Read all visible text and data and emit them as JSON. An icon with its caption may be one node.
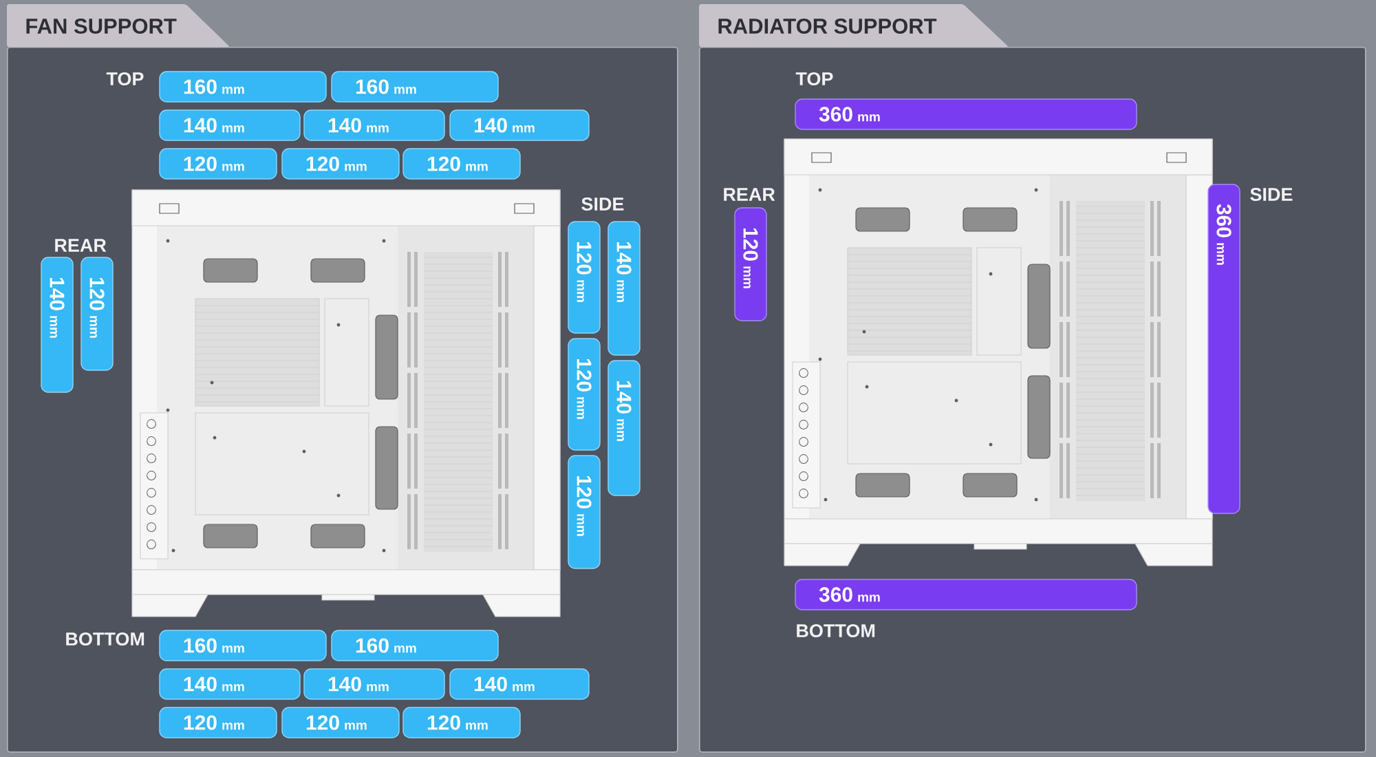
{
  "diagram": {
    "nodes": [
      {
        "text": [
          "FAN SUPPORT"
        ]
      },
      {
        "text": [
          "160",
          "mm"
        ],
        "in": 0
      },
      {
        "text": [
          "160",
          "mm"
        ],
        "in": 0
      },
      {
        "text": [
          "140",
          "mm"
        ],
        "in": 0
      },
      {
        "text": [
          "140",
          "mm"
        ],
        "in": 0
      },
      {
        "text": [
          "140",
          "mm"
        ],
        "in": 0
      },
      {
        "text": [
          "120",
          "mm"
        ],
        "in": 0
      },
      {
        "text": [
          "120",
          "mm"
        ],
        "in": 0
      },
      {
        "text": [
          "120",
          "mm"
        ],
        "in": 0
      },
      {
        "text": [
          "140",
          "mm"
        ],
        "in": 0
      },
      {
        "text": [
          "120",
          "mm"
        ],
        "in": 0
      },
      {
        "text": [
          "120",
          "mm"
        ],
        "in": 0
      },
      {
        "text": [
          "140",
          "mm"
        ],
        "in": 0
      },
      {
        "text": [
          "120",
          "mm"
        ],
        "in": 0
      },
      {
        "text": [
          "140",
          "mm"
        ],
        "in": 0
      },
      {
        "text": [
          "120",
          "mm"
        ],
        "in": 0
      },
      {
        "text": [
          "160",
          "mm"
        ],
        "in": 0
      },
      {
        "text": [
          "160",
          "mm"
        ],
        "in": 0
      },
      {
        "text": [
          "140",
          "mm"
        ],
        "in": 0
      },
      {
        "text": [
          "140",
          "mm"
        ],
        "in": 0
      },
      {
        "text": [
          "140",
          "mm"
        ],
        "in": 0
      },
      {
        "text": [
          "120",
          "mm"
        ],
        "in": 0
      },
      {
        "text": [
          "120",
          "mm"
        ],
        "in": 0
      },
      {
        "text": [
          "120",
          "mm"
        ],
        "in": 0
      },
      {
        "text": [
          "RADIATOR SUPPORT"
        ]
      },
      {
        "text": [
          "360",
          "mm"
        ],
        "in": 24
      },
      {
        "text": [
          "120",
          "mm"
        ],
        "in": 24
      },
      {
        "text": [
          "360",
          "mm"
        ],
        "in": 24
      },
      {
        "text": [
          "360",
          "mm"
        ],
        "in": 24
      }
    ],
    "labels": [
      "TOP",
      "REAR",
      "SIDE",
      "BOTTOM",
      "TOP",
      "REAR",
      "SIDE",
      "BOTTOM"
    ]
  }
}
